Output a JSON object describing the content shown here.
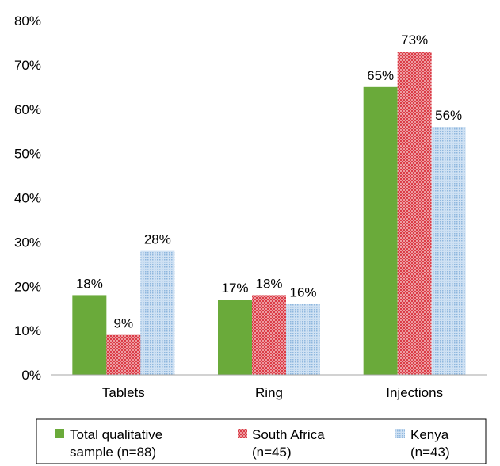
{
  "chart_data": {
    "type": "bar",
    "categories": [
      "Tablets",
      "Ring",
      "Injections"
    ],
    "series": [
      {
        "name": "Total qualitative sample (n=88)",
        "name_lines": [
          "Total qualitative",
          "sample (n=88)"
        ],
        "values": [
          18,
          17,
          65
        ],
        "labels": [
          "18%",
          "17%",
          "65%"
        ],
        "color": "#6aaa3a",
        "pattern": "solid"
      },
      {
        "name": "South Africa (n=45)",
        "name_lines": [
          "South Africa",
          "(n=45)"
        ],
        "values": [
          9,
          18,
          73
        ],
        "labels": [
          "9%",
          "18%",
          "73%"
        ],
        "color": "#e0404a",
        "pattern": "hatch"
      },
      {
        "name": "Kenya (n=43)",
        "name_lines": [
          "Kenya",
          "(n=43)"
        ],
        "values": [
          28,
          16,
          56
        ],
        "labels": [
          "28%",
          "16%",
          "56%"
        ],
        "color": "#a7c9e8",
        "pattern": "dots"
      }
    ],
    "ylim": [
      0,
      80
    ],
    "yticks": [
      0,
      10,
      20,
      30,
      40,
      50,
      60,
      70,
      80
    ],
    "ytick_labels": [
      "0%",
      "10%",
      "20%",
      "30%",
      "40%",
      "50%",
      "60%",
      "70%",
      "80%"
    ],
    "grid": false,
    "legend_position": "bottom"
  }
}
